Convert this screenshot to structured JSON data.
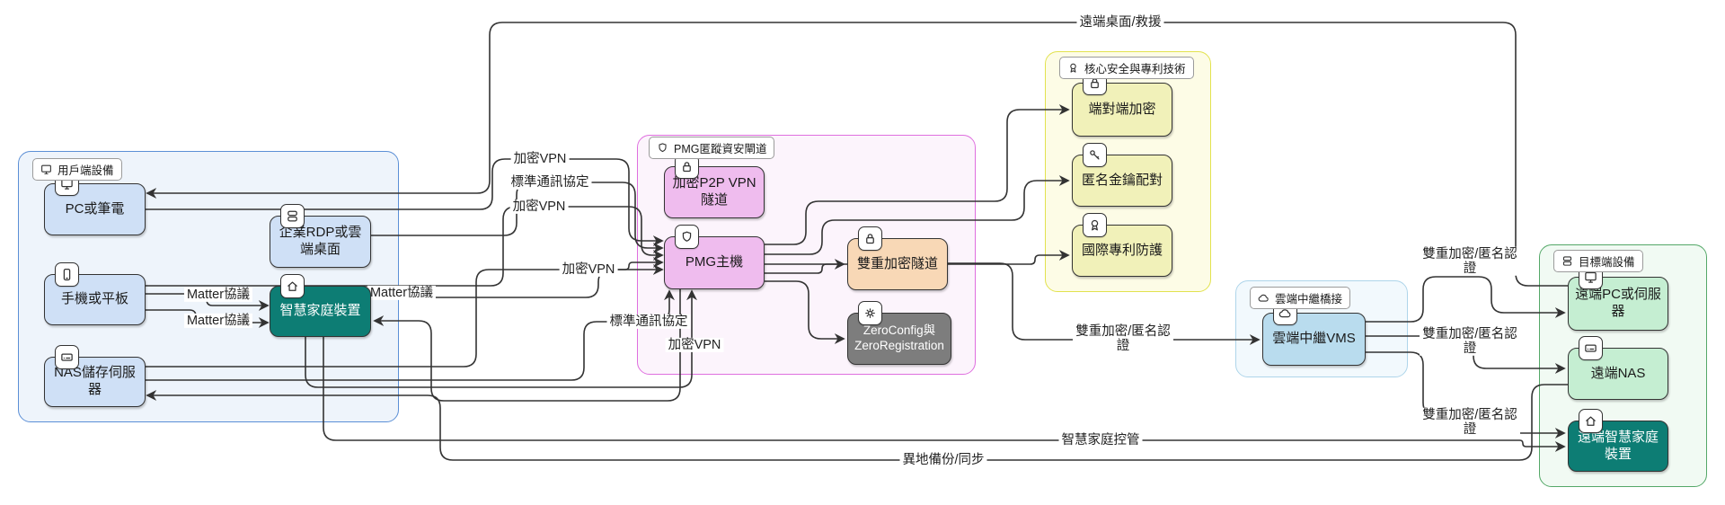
{
  "page": {
    "background": "#ffffff"
  },
  "colors": {
    "edge": "#333333",
    "node_border": "#333333",
    "client_border": "#5b8fd6",
    "client_fill": "#eef4fb",
    "pmg_border": "#df6fdf",
    "pmg_fill": "#fcf4fc",
    "core_border": "#e2e24e",
    "core_fill": "#fdfce6",
    "cloud_border": "#aed5ea",
    "cloud_fill": "#f2f9fd",
    "target_border": "#54a868",
    "target_fill": "#f1faf3",
    "blue": "#cfe0f6",
    "teal": "#0d7d74",
    "pink": "#efbcee",
    "peach": "#f8d8b6",
    "gray": "#7d7d7d",
    "yellow": "#f1f1b9",
    "lightblue": "#b9dcee",
    "green": "#c5eed2",
    "light_text": "#ffffff",
    "dark_text": "#1a1a1a"
  },
  "diagram": {
    "groups": [
      {
        "id": "client",
        "label": "用戶端設備",
        "icon": "monitor-icon",
        "color": "client"
      },
      {
        "id": "pmg",
        "label": "PMG匿蹤資安閘道",
        "icon": "shield-icon",
        "color": "pmg"
      },
      {
        "id": "core",
        "label": "核心安全與專利技術",
        "icon": "award-icon",
        "color": "core"
      },
      {
        "id": "cloud",
        "label": "雲端中繼橋接",
        "icon": "cloud-icon",
        "color": "cloud"
      },
      {
        "id": "target",
        "label": "目標端設備",
        "icon": "server-icon",
        "color": "target"
      }
    ],
    "nodes": [
      {
        "id": "pc",
        "group": "client",
        "label": "PC或筆電",
        "icon": "monitor-icon",
        "variant": "blue"
      },
      {
        "id": "phone",
        "group": "client",
        "label": "手機或平板",
        "icon": "phone-icon",
        "variant": "blue"
      },
      {
        "id": "nas",
        "group": "client",
        "label": "NAS儲存伺服器",
        "icon": "drive-icon",
        "variant": "blue"
      },
      {
        "id": "rdp",
        "group": "client",
        "label": "企業RDP或雲端桌面",
        "icon": "server-icon",
        "variant": "blue"
      },
      {
        "id": "smarthome",
        "group": "client",
        "label": "智慧家庭裝置",
        "icon": "home-icon",
        "variant": "teal"
      },
      {
        "id": "p2p",
        "group": "pmg",
        "label": "加密P2P VPN隧道",
        "icon": "lock-icon",
        "variant": "pink"
      },
      {
        "id": "pmghost",
        "group": "pmg",
        "label": "PMG主機",
        "icon": "shield-icon",
        "variant": "pink"
      },
      {
        "id": "dual",
        "group": "pmg",
        "label": "雙重加密隧道",
        "icon": "lock-icon",
        "variant": "peach"
      },
      {
        "id": "zeroconf",
        "group": "pmg",
        "label": "ZeroConfig與ZeroRegistration",
        "icon": "gear-icon",
        "variant": "gray"
      },
      {
        "id": "e2e",
        "group": "core",
        "label": "端對端加密",
        "icon": "lock-icon",
        "variant": "yellow"
      },
      {
        "id": "anon",
        "group": "core",
        "label": "匿名金鑰配對",
        "icon": "key-icon",
        "variant": "yellow"
      },
      {
        "id": "patent",
        "group": "core",
        "label": "國際專利防護",
        "icon": "award-icon",
        "variant": "yellow"
      },
      {
        "id": "vms",
        "group": "cloud",
        "label": "雲端中繼VMS",
        "icon": "cloud-icon",
        "variant": "lightblue"
      },
      {
        "id": "rpc",
        "group": "target",
        "label": "遠端PC或伺服器",
        "icon": "monitor-icon",
        "variant": "green"
      },
      {
        "id": "rnas",
        "group": "target",
        "label": "遠端NAS",
        "icon": "drive-icon",
        "variant": "green"
      },
      {
        "id": "rhome",
        "group": "target",
        "label": "遠端智慧家庭裝置",
        "icon": "home-icon",
        "variant": "teal"
      }
    ],
    "edges": [
      {
        "id": "e1",
        "from": "rpc",
        "to": "pc",
        "label": "遠端桌面/救援"
      },
      {
        "id": "e2",
        "from": "pc",
        "to": "pmghost",
        "label": "加密VPN"
      },
      {
        "id": "e3",
        "from": "rdp",
        "to": "pmghost",
        "label": "標準通訊協定"
      },
      {
        "id": "e4",
        "from": "phone",
        "to": "pmghost",
        "label": "加密VPN"
      },
      {
        "id": "e5",
        "from": "nas",
        "to": "pmghost",
        "label": "加密VPN"
      },
      {
        "id": "e6",
        "from": "phone",
        "to": "smarthome",
        "label": "Matter協議"
      },
      {
        "id": "e7",
        "from": "phone",
        "to": "smarthome",
        "label": "Matter協議"
      },
      {
        "id": "e8",
        "from": "smarthome",
        "to": "pmghost",
        "label": "Matter協議"
      },
      {
        "id": "e9",
        "from": "pmghost",
        "to": "smarthome",
        "label": ""
      },
      {
        "id": "e10",
        "from": "nas",
        "to": "pmghost",
        "label": "標準通訊協定"
      },
      {
        "id": "e11",
        "from": "smarthome",
        "to": "pmghost",
        "label": "加密VPN"
      },
      {
        "id": "e12",
        "from": "pmghost",
        "to": "e2e",
        "label": ""
      },
      {
        "id": "e13",
        "from": "pmghost",
        "to": "anon",
        "label": ""
      },
      {
        "id": "e14",
        "from": "pmghost",
        "to": "patent",
        "label": ""
      },
      {
        "id": "e15",
        "from": "pmghost",
        "to": "dual",
        "label": ""
      },
      {
        "id": "e16",
        "from": "pmghost",
        "to": "zeroconf",
        "label": ""
      },
      {
        "id": "e17",
        "from": "dual",
        "to": "vms",
        "label": "雙重加密/匿名認證"
      },
      {
        "id": "e18",
        "from": "vms",
        "to": "rpc",
        "label": "雙重加密/匿名認證"
      },
      {
        "id": "e19",
        "from": "vms",
        "to": "rnas",
        "label": "雙重加密/匿名認證"
      },
      {
        "id": "e20",
        "from": "vms",
        "to": "rhome",
        "label": "雙重加密/匿名認證"
      },
      {
        "id": "e21",
        "from": "smarthome",
        "to": "rhome",
        "label": "智慧家庭控管"
      },
      {
        "id": "e22",
        "from": "rnas",
        "to": "nas",
        "label": "異地備份/同步"
      }
    ]
  }
}
